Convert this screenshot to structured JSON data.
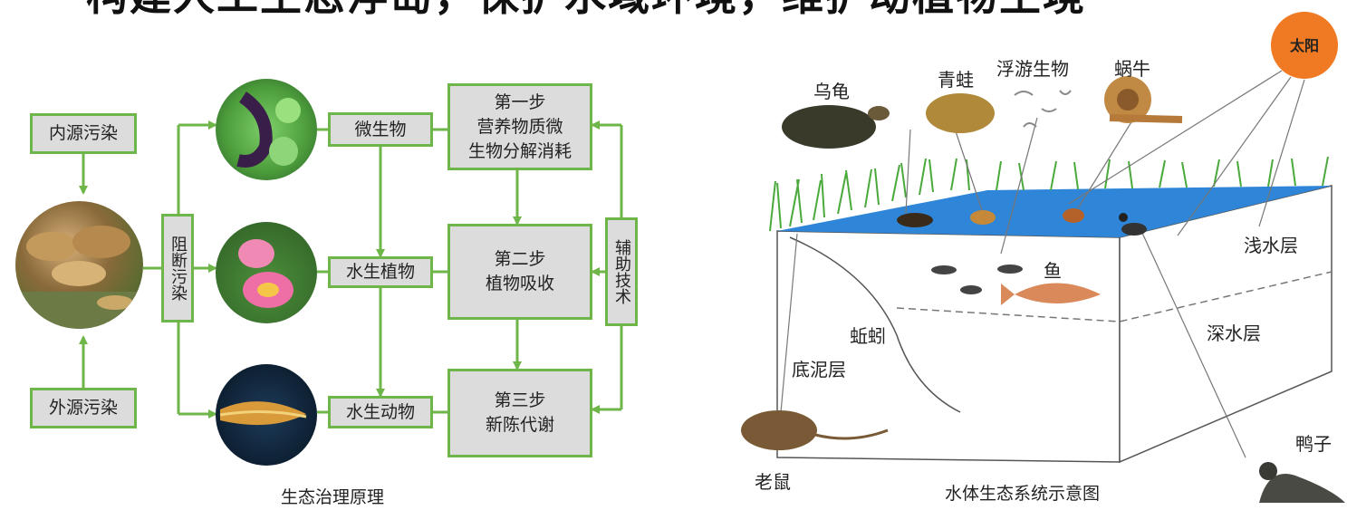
{
  "title": "构建人工生态浮岛，保护水域环境，维护动植物生境",
  "left_diagram": {
    "internal_pollution": "内源污染",
    "external_pollution": "外源污染",
    "block_pollution": "阻断污染",
    "aux_tech": "辅助技术",
    "microbes": "微生物",
    "aquatic_plants": "水生植物",
    "aquatic_animals": "水生动物",
    "step1": "第一步\n营养物质微\n生物分解消耗",
    "step2": "第二步\n植物吸收",
    "step3": "第三步\n新陈代谢",
    "caption": "生态治理原理",
    "line_color": "#6fb64a"
  },
  "right_diagram": {
    "turtle": "乌龟",
    "frog": "青蛙",
    "plankton": "浮游生物",
    "snail": "蜗牛",
    "sun": "太阳",
    "shallow": "浅水层",
    "fish": "鱼",
    "deep": "深水层",
    "earthworm": "蚯蚓",
    "mud": "底泥层",
    "rat": "老鼠",
    "duck": "鸭子",
    "caption": "水体生态系统示意图",
    "water_color": "#2f86d8",
    "sun_color": "#f07a24"
  }
}
